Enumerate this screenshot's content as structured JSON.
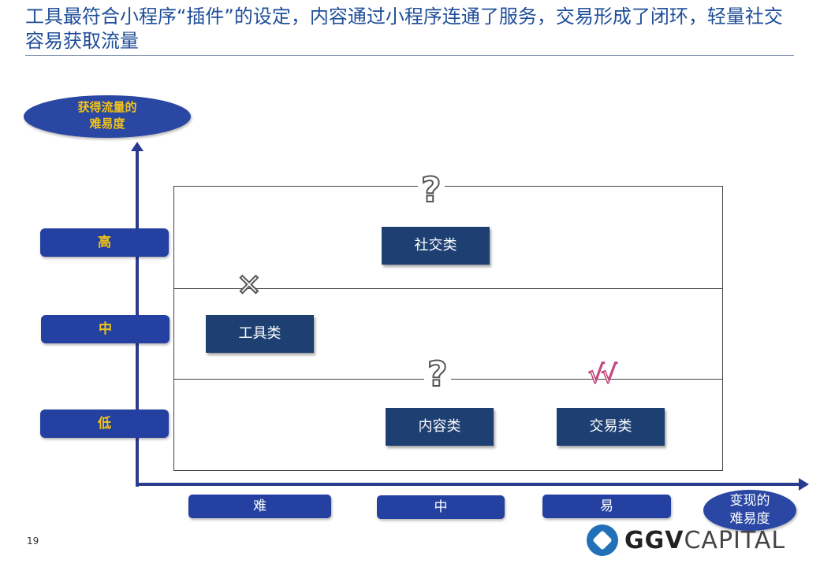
{
  "header": {
    "title": "工具最符合小程序“插件”的设定，内容通过小程序连通了服务，交易形成了闭环，轻量社交容易获取流量"
  },
  "y_axis": {
    "label_line1": "获得流量的",
    "label_line2": "难易度",
    "levels": [
      "高",
      "中",
      "低"
    ]
  },
  "x_axis": {
    "label_line1": "变现的",
    "label_line2": "难易度",
    "levels": [
      "难",
      "中",
      "易"
    ]
  },
  "categories": [
    {
      "label": "社交类",
      "mark": "?"
    },
    {
      "label": "工具类",
      "mark": "✕"
    },
    {
      "label": "内容类",
      "mark": "?"
    },
    {
      "label": "交易类",
      "mark": "√√"
    }
  ],
  "footer": {
    "page_number": "19",
    "logo_bold": "GGV",
    "logo_light": "CAPITAL"
  },
  "colors": {
    "axis": "#2a3b8f",
    "level_box": "#2440a0",
    "category_box": "#1d3f72",
    "yaxis_text": "#f2c318",
    "check": "#c0407a"
  }
}
